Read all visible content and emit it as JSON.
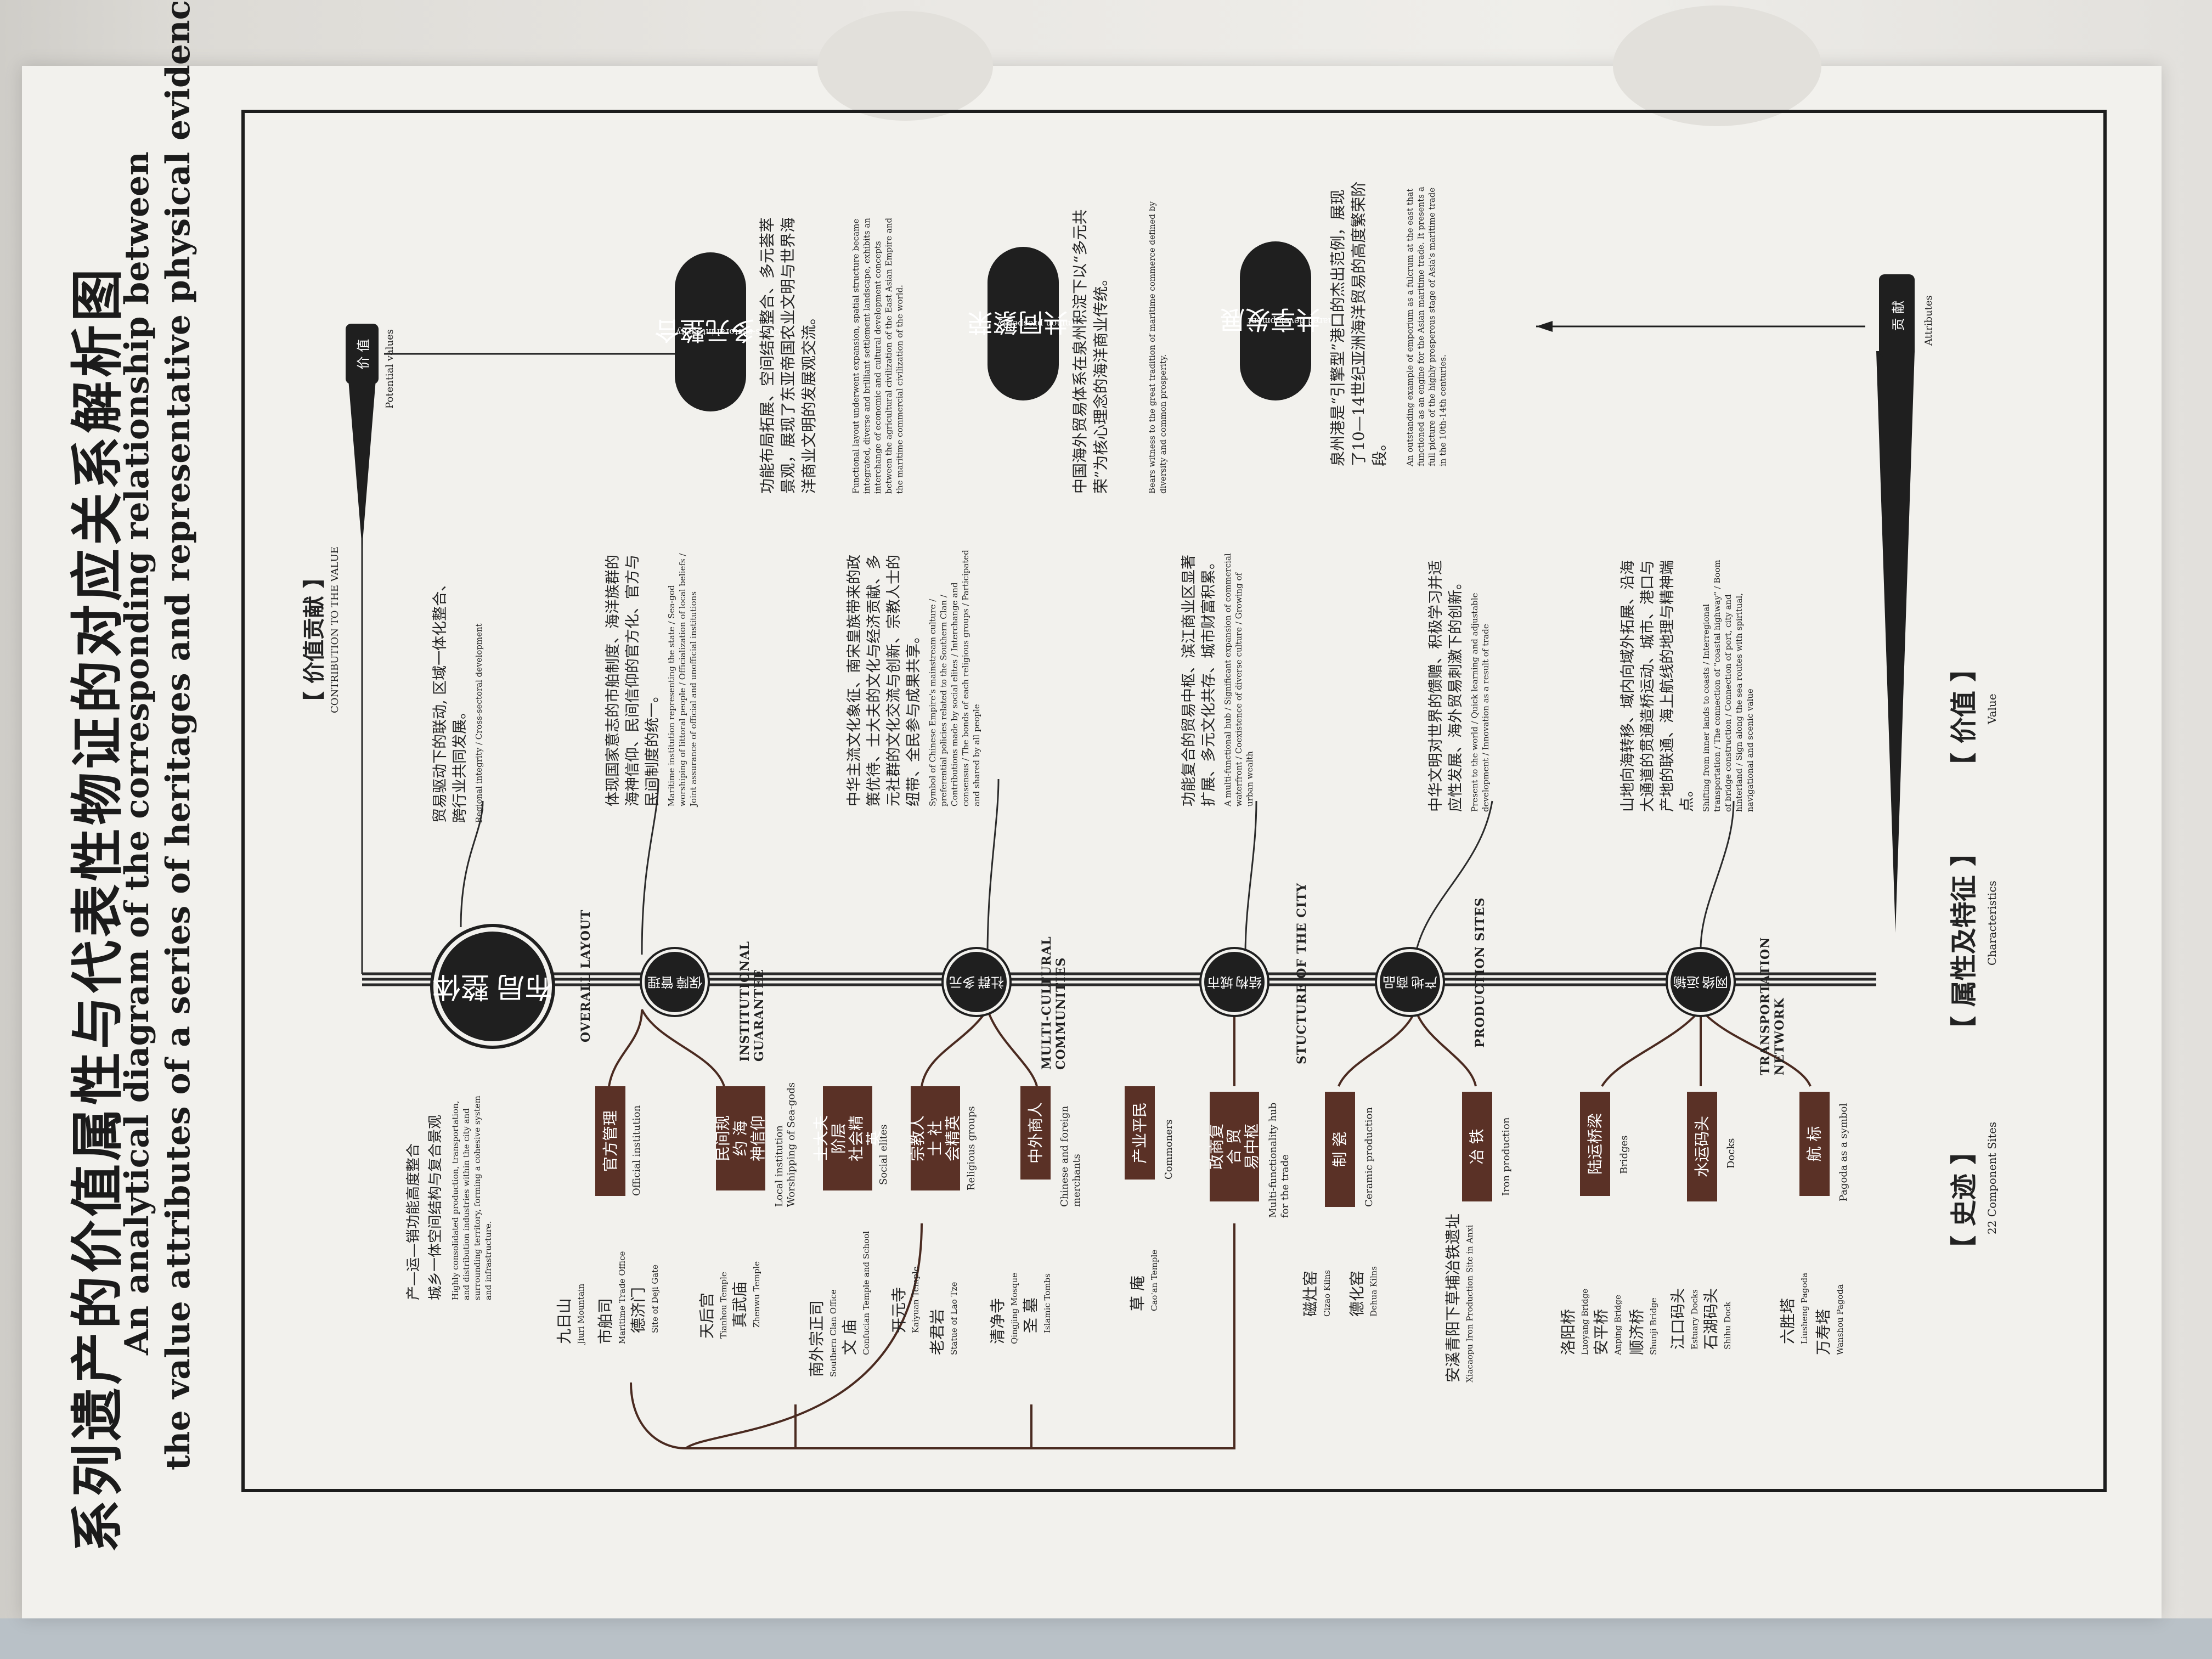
{
  "title": {
    "cn": "系列遗产的价值属性与代表性物证的对应关系解析图",
    "en_line1": "An analytical diagram of the corresponding relationship between",
    "en_line2": "the value attributes of a series of heritages and representative physical evidence"
  },
  "columns": {
    "sites": {
      "cn": "【 史迹 】",
      "en": "22 Component Sites"
    },
    "characteristics": {
      "cn": "【 属性及特征 】",
      "en": "Characteristics"
    },
    "value": {
      "cn": "【 价值 】",
      "en": "Value"
    },
    "contribution": {
      "cn": "【 价值贡献 】",
      "en": "CONTRIBUTION TO THE VALUE"
    }
  },
  "axis_tags": {
    "value_tag": "价 值",
    "value_sub": "Potential values",
    "attr_tag": "贡 献",
    "attr_sub": "Attributes"
  },
  "overall": {
    "cn_line1": "产—运—销功能高度整合",
    "cn_line2": "城乡一体空间结构与复合景观",
    "en": "Highly consolidated production, transportation, and distribution industries within the city and surrounding territory, forming a cohesive system and infrastructure."
  },
  "hubs": [
    {
      "cn1": "整体",
      "cn2": "布局",
      "en": "OVERALL LAYOUT"
    },
    {
      "cn1": "管理",
      "cn2": "保障",
      "en": "INSTITUTIONAL GUARANTEE"
    },
    {
      "cn1": "多元",
      "cn2": "社群",
      "en": "MULTI-CULTURAL COMMUNITIES"
    },
    {
      "cn1": "城市",
      "cn2": "结构",
      "en": "STUCTURE OF THE CITY"
    },
    {
      "cn1": "商品",
      "cn2": "产地",
      "en": "PRODUCTION SITES"
    },
    {
      "cn1": "运输",
      "cn2": "网络",
      "en": "TRANSPORTATION NETWORK"
    }
  ],
  "characteristics": [
    {
      "cn": "官方管理",
      "en": "Official institution"
    },
    {
      "cn": "民间规约 海神信仰",
      "en": "Local institution Worshipping of Sea-gods"
    },
    {
      "cn": "士大夫阶层 社会精英",
      "en": "Social elites"
    },
    {
      "cn": "宗教人士 社会精英",
      "en": "Religious groups"
    },
    {
      "cn": "中外商人",
      "en": "Chinese and foreign merchants"
    },
    {
      "cn": "产业平民",
      "en": "Commoners"
    },
    {
      "cn": "政商复合 贸易中枢",
      "en": "Multi-functionality hub for the trade"
    },
    {
      "cn": "制 瓷",
      "en": "Ceramic production"
    },
    {
      "cn": "冶 铁",
      "en": "Iron production"
    },
    {
      "cn": "陆运桥梁",
      "en": "Bridges"
    },
    {
      "cn": "水运码头",
      "en": "Docks"
    },
    {
      "cn": "航 标",
      "en": "Pagoda as a symbol"
    }
  ],
  "sites": [
    {
      "cn": "九日山",
      "en": "Jiuri Mountain"
    },
    {
      "cn": "市舶司",
      "en": "Maritime Trade Office"
    },
    {
      "cn": "德济门",
      "en": "Site of Deji Gate"
    },
    {
      "cn": "天后宫",
      "en": "Tianhou Temple"
    },
    {
      "cn": "真武庙",
      "en": "Zhenwu Temple"
    },
    {
      "cn": "南外宗正司",
      "en": "Southern Clan Office"
    },
    {
      "cn": "文 庙",
      "en": "Confucian Temple and School"
    },
    {
      "cn": "开元寺",
      "en": "Kaiyuan Temple"
    },
    {
      "cn": "老君岩",
      "en": "Statue of Lao Tze"
    },
    {
      "cn": "清净寺",
      "en": "Qingjing Mosque"
    },
    {
      "cn": "圣 墓",
      "en": "Islamic Tombs"
    },
    {
      "cn": "草 庵",
      "en": "Cao'an Temple"
    },
    {
      "cn": "磁灶窑",
      "en": "Cizao Kilns"
    },
    {
      "cn": "德化窑",
      "en": "Dehua Kilns"
    },
    {
      "cn": "安溪青阳下草埔冶铁遗址",
      "en": "Xiacaopu Iron Production Site in Anxi"
    },
    {
      "cn": "洛阳桥",
      "en": "Luoyang Bridge"
    },
    {
      "cn": "安平桥",
      "en": "Anping Bridge"
    },
    {
      "cn": "顺济桥",
      "en": "Shunji Bridge"
    },
    {
      "cn": "江口码头",
      "en": "Estuary Docks"
    },
    {
      "cn": "石湖码头",
      "en": "Shihu Dock"
    },
    {
      "cn": "六胜塔",
      "en": "Liusheng Pagoda"
    },
    {
      "cn": "万寿塔",
      "en": "Wanshou Pagoda"
    }
  ],
  "contributions": [
    {
      "cn": "贸易驱动下的联动, 区域一体化整合、跨行业共同发展。",
      "en": "Regional integrity / Cross-sectoral development"
    },
    {
      "cn": "体现国家意志的市舶制度、海洋族群的海神信仰、民间信仰的官方化、官方与民间制度的统一。",
      "en": "Maritime institution representing the state / Sea-god worshiping of littoral people / Officialization of local beliefs / Joint assurance of official and unofficial institutions"
    },
    {
      "cn": "中华主流文化象征、南宋皇族带来的政策优待、士大夫的文化与经济贡献、多元社群的文化交流与创新、宗教人士的纽带、全民参与成果共享。",
      "en": "Symbol of Chinese Empire's mainstream culture / preferential policies related to the Southern Clan / Contributions made by social elites / Interchange and consensus / The bonds of each religious groups / Participated and shared by all people"
    },
    {
      "cn": "功能复合的贸易中枢、滨江商业区显著扩展、多元文化共存、城市财富积累。",
      "en": "A multi-functional hub / Significant expansion of commercial waterfront / Coexistence of diverse culture / Growing of urban wealth"
    },
    {
      "cn": "中华文明对世界的馈赠、积极学习并适应性发展、海外贸易刺激下的创新。",
      "en": "Present to the world / Quick learning and adjustable development / Innovation as a result of trade"
    },
    {
      "cn": "山地向海转移、域内向域外拓展、沿海大通道的贯通造桥运动、城市、港口与产地的联通、海上航线的地理与精神端点。",
      "en": "Shifting from inner lands to coasts / Interregional transportation / The connection of \"coastal highway\" / Boom of bridge construction / Connection of port, city and hinterland / Sign along the sea routes with spiritual, navigational and scenic value"
    }
  ],
  "values": [
    {
      "cn": "多元整合",
      "en": "Cross-sectoral integrity",
      "desc_cn": "功能布局拓展、空间结构整合、多元荟萃景观，展现了东亚帝国农业文明与世界海洋商业文明的发展观交流。",
      "desc_en": "Functional layout underwent expansion, spatial structure became integrated, diverse and brilliant settlement landscape, exhibits an interchange of economic and cultural development concepts between the agricultural civilization of the East Asian Empire and the maritime commercial civilization of the world."
    },
    {
      "cn": "共同繁荣",
      "en": "Common prosperity",
      "desc_cn": "中国海外贸易体系在泉州积淀下以“多元共荣”为核心理念的海洋商业传统。",
      "desc_en": "Bears witness to the great tradition of maritime commerce defined by diversity and common prosperity."
    },
    {
      "cn": "共享发展",
      "en": "Shared development",
      "desc_cn": "泉州港是“引擎型”港口的杰出范例，展现了10—14世纪亚洲海洋贸易的高度繁荣阶段。",
      "desc_en": "An outstanding example of emporium as a fulcrum at the east that functioned as an engine for the Asian maritime trade. It presents a full picture of the highly prosperous stage of Asia's maritime trade in the 10th-14th centuries."
    }
  ],
  "colors": {
    "tag_brown": "#5a3126",
    "hub_black": "#1f1f1f",
    "line": "#2a2a2a"
  }
}
